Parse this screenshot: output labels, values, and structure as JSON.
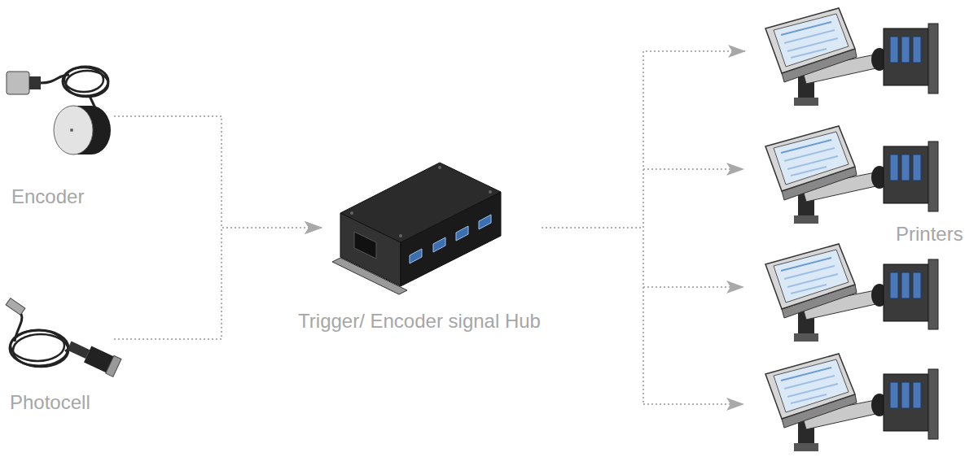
{
  "diagram": {
    "nodes": [
      {
        "text": [
          "Encoder"
        ]
      },
      {
        "text": [
          "Photocell"
        ]
      },
      {
        "text": [
          "Trigger/ Encoder signal Hub"
        ]
      },
      {
        "text": [
          "Printers"
        ]
      }
    ],
    "edges": [
      {
        "from": 0,
        "to": 2,
        "arrow": "to"
      },
      {
        "from": 1,
        "to": 2,
        "arrow": "to"
      },
      {
        "from": 2,
        "to": 3,
        "arrow": "to"
      }
    ]
  }
}
